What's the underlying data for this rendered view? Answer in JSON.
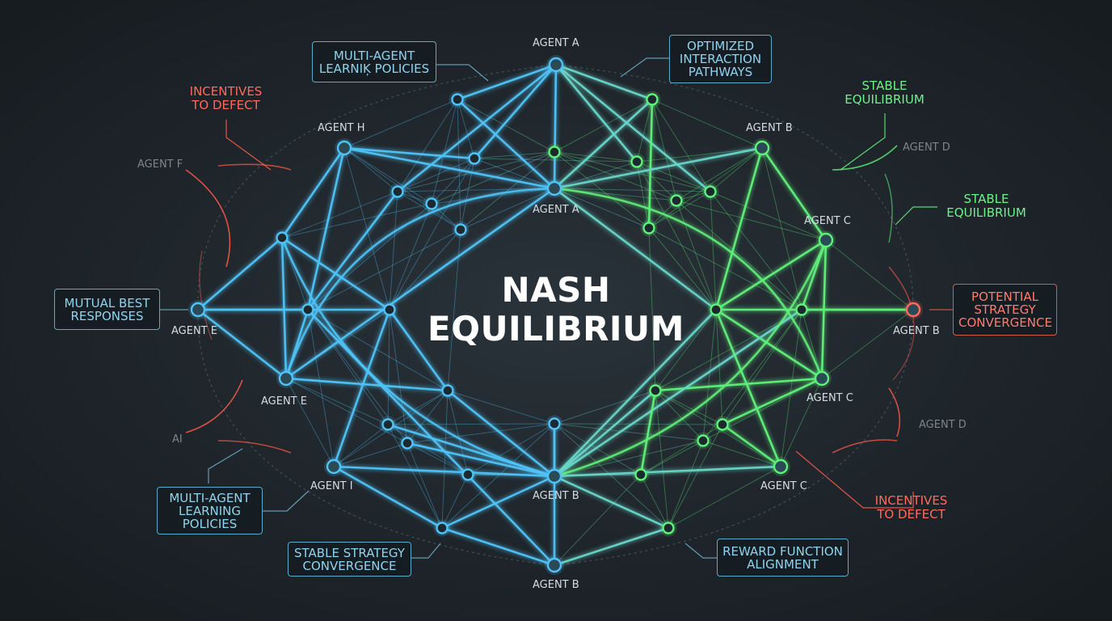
{
  "title": {
    "line1": "NASH",
    "line2": "EQUILIBRIUM"
  },
  "colors": {
    "blue": "#4fc3f7",
    "green": "#5ff07a",
    "red": "#ff5a4a",
    "background": "#1c2227"
  },
  "agents": {
    "a_top": "AGENT A",
    "a_center": "AGENT A",
    "h": "AGENT H",
    "b_top": "AGENT B",
    "c_right": "AGENT C",
    "b_right": "AGENT B",
    "c_lower": "AGENT C",
    "c_bottom": "AGENT C",
    "b_center": "AGENT B",
    "b_bottom": "AGENT B",
    "i": "AGENT I",
    "e_lower": "AGENT E",
    "e_left": "AGENT E",
    "f_ghost": "AGENT F",
    "d_ghost_top": "AGENT D",
    "d_ghost_bottom": "AGENT D",
    "ai_ghost": "AI"
  },
  "callouts": {
    "multi_top": [
      "MULTI-AGENT",
      "LEARNIĶ POLICIES"
    ],
    "optimized": [
      "OPTIMIZED",
      "INTERACTION",
      "PATHWAYS"
    ],
    "mutual": [
      "MUTUAL BEST",
      "RESPONSES"
    ],
    "potential": [
      "POTENTIAL",
      "STRATEGY",
      "CONVERGENCE"
    ],
    "multi_bottom": [
      "MULTI-AGENT",
      "LEARNING",
      "POLICIES"
    ],
    "stable_strategy": [
      "STABLE STRATEGY",
      "CONVERGENCE"
    ],
    "reward": [
      "REWARD FUNCTION",
      "ALIGNMENT"
    ]
  },
  "annotations": {
    "incentives_top": [
      "INCENTIVES",
      "TO DEFECT"
    ],
    "incentives_bottom": [
      "INCENTIVES",
      "TO DEFECT"
    ],
    "stable_top": [
      "STABLE",
      "EQUILIBRIUM"
    ],
    "stable_right": [
      "STABLE",
      "EQUILIBRIUM"
    ]
  }
}
